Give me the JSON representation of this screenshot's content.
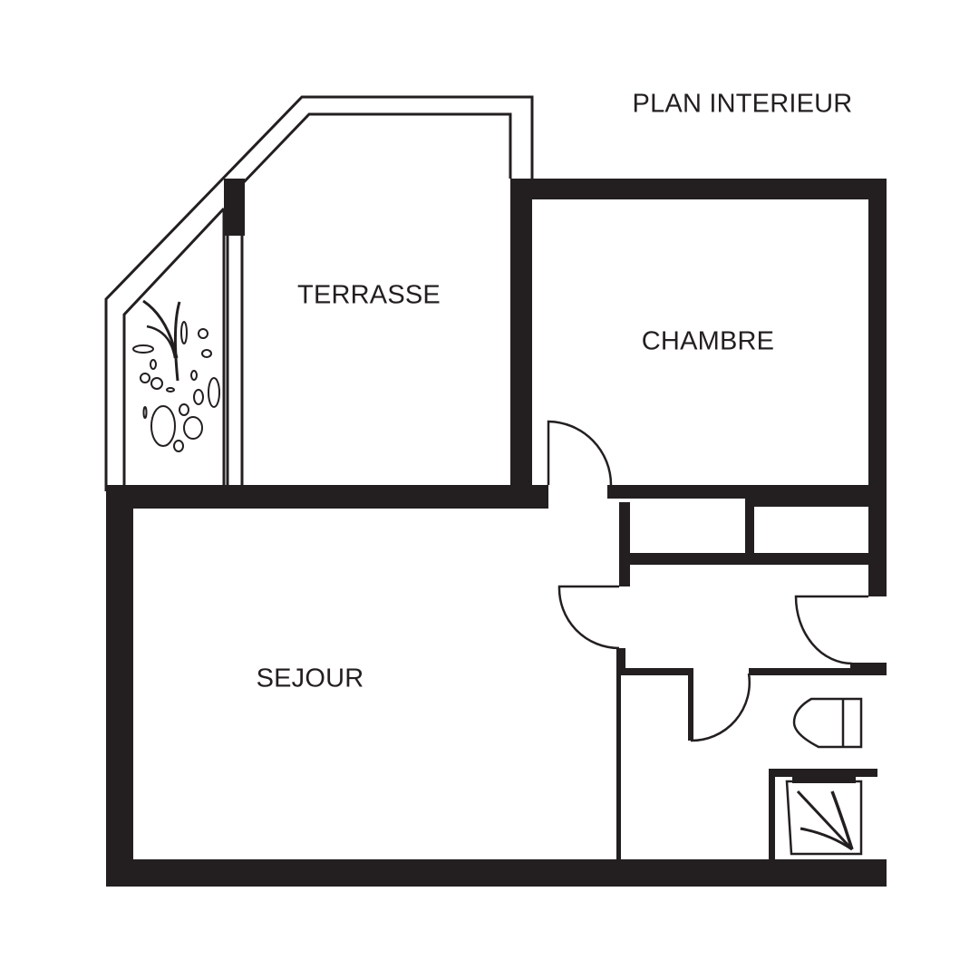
{
  "title": "PLAN INTERIEUR",
  "rooms": {
    "terrace": "TERRASSE",
    "bedroom": "CHAMBRE",
    "living": "SEJOUR"
  },
  "colors": {
    "wall": "#231f20",
    "background": "#ffffff"
  }
}
